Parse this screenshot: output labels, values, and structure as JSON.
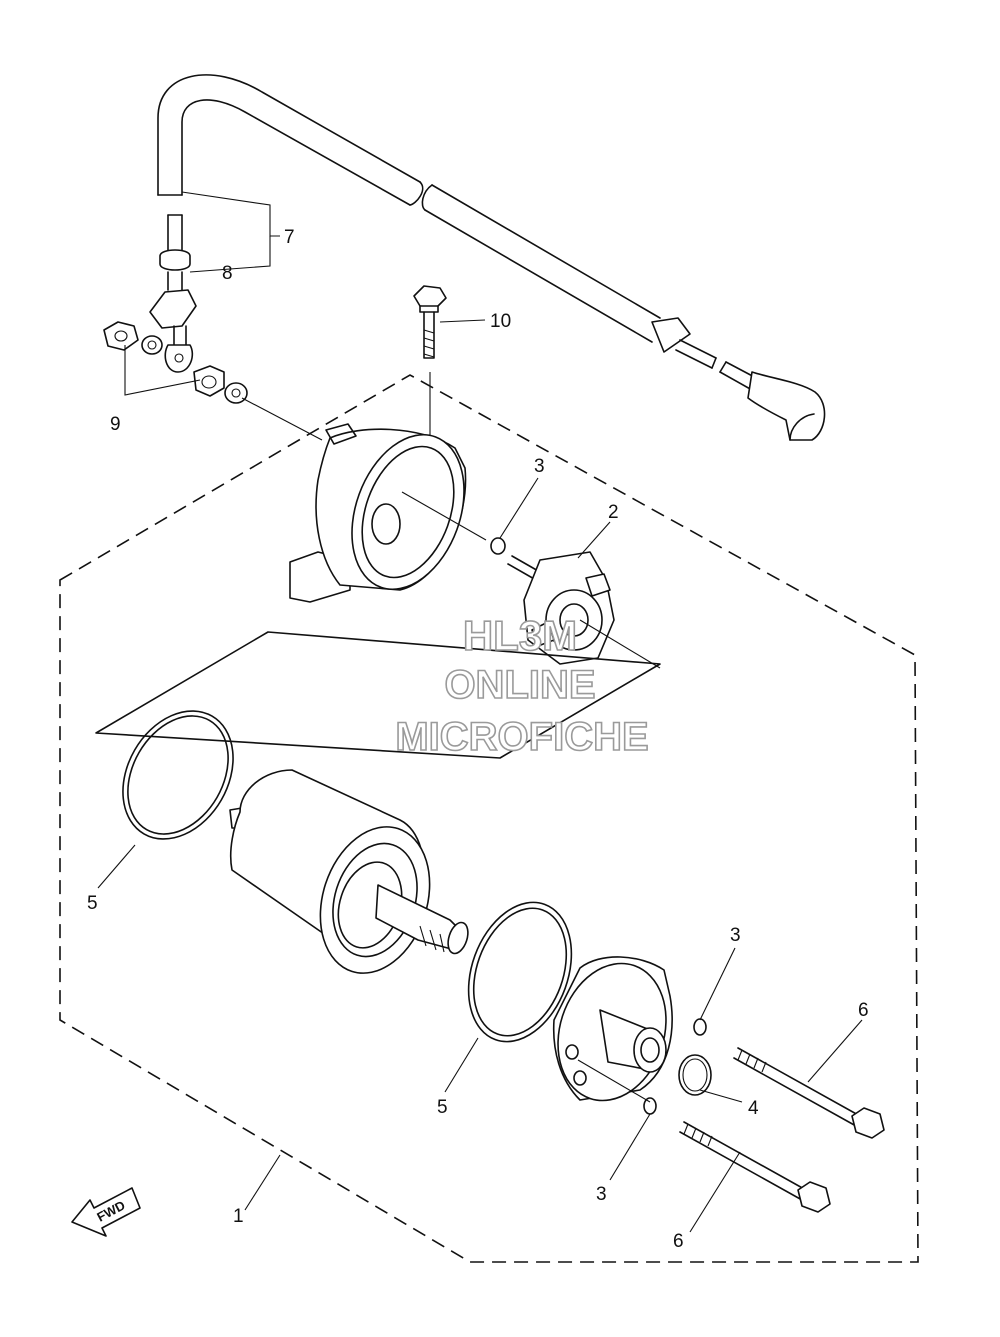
{
  "callouts": {
    "c1": "1",
    "c2": "2",
    "c3a": "3",
    "c3b": "3",
    "c3c": "3",
    "c4": "4",
    "c5a": "5",
    "c5b": "5",
    "c6a": "6",
    "c6b": "6",
    "c7": "7",
    "c8": "8",
    "c9": "9",
    "c10": "10"
  },
  "watermark": {
    "line1": "HL3M",
    "line2": "ONLINE",
    "line3": "MICROFICHE"
  },
  "fwd_label": "FWD",
  "colors": {
    "line": "#111111",
    "watermark_outline": "#9a9a9a",
    "background": "#ffffff"
  }
}
